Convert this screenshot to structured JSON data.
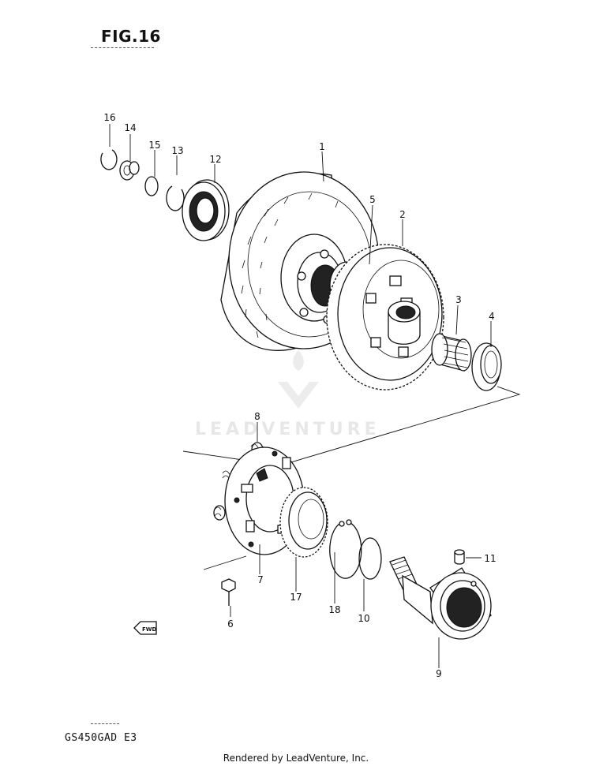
{
  "figure": {
    "title": "FIG.16"
  },
  "model": {
    "code": "GS450GAD  E3"
  },
  "footer": {
    "text": "Rendered by LeadVenture, Inc."
  },
  "watermark": {
    "text": "LEADVENTURE"
  },
  "fwd_label": "FWD",
  "callouts": [
    {
      "id": "c1",
      "label": "1"
    },
    {
      "id": "c2",
      "label": "2"
    },
    {
      "id": "c3",
      "label": "3"
    },
    {
      "id": "c4",
      "label": "4"
    },
    {
      "id": "c5",
      "label": "5"
    },
    {
      "id": "c6",
      "label": "6"
    },
    {
      "id": "c7",
      "label": "7"
    },
    {
      "id": "c8",
      "label": "8"
    },
    {
      "id": "c9",
      "label": "9"
    },
    {
      "id": "c10",
      "label": "10"
    },
    {
      "id": "c11",
      "label": "11"
    },
    {
      "id": "c12",
      "label": "12"
    },
    {
      "id": "c13",
      "label": "13"
    },
    {
      "id": "c14",
      "label": "14"
    },
    {
      "id": "c15",
      "label": "15"
    },
    {
      "id": "c16",
      "label": "16"
    },
    {
      "id": "c17",
      "label": "17"
    },
    {
      "id": "c18",
      "label": "18"
    }
  ]
}
